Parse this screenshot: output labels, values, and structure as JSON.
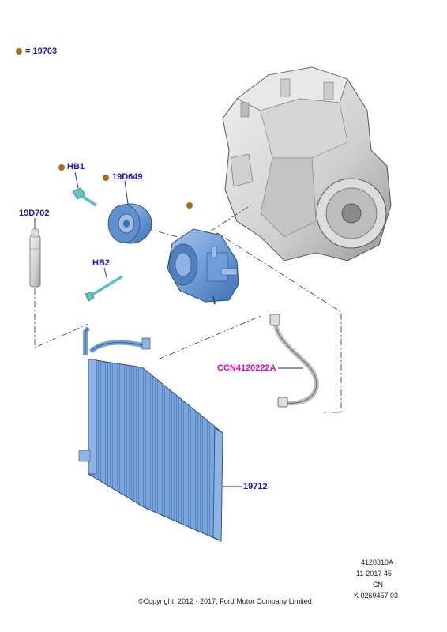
{
  "legend": {
    "symbol": "brown-dot",
    "equals": "=",
    "code": "19703"
  },
  "labels": {
    "hb1": "HB1",
    "pulley": "19D649",
    "drier": "19D702",
    "hb2": "HB2",
    "hose": "CCN4120222A",
    "condenser": "19712"
  },
  "footer": {
    "ref_id": "4120310A",
    "date_code": "11-2017 45",
    "region": "CN",
    "k_code": "K 0269457 03",
    "copyright": "©Copyright, 2012 - 2017, Ford Motor Company Limited"
  },
  "colors": {
    "part_blue": "#6f9fd8",
    "label_blue": "#1a1ab8",
    "label_magenta": "#e000c8",
    "marker_brown": "#b06a20"
  }
}
